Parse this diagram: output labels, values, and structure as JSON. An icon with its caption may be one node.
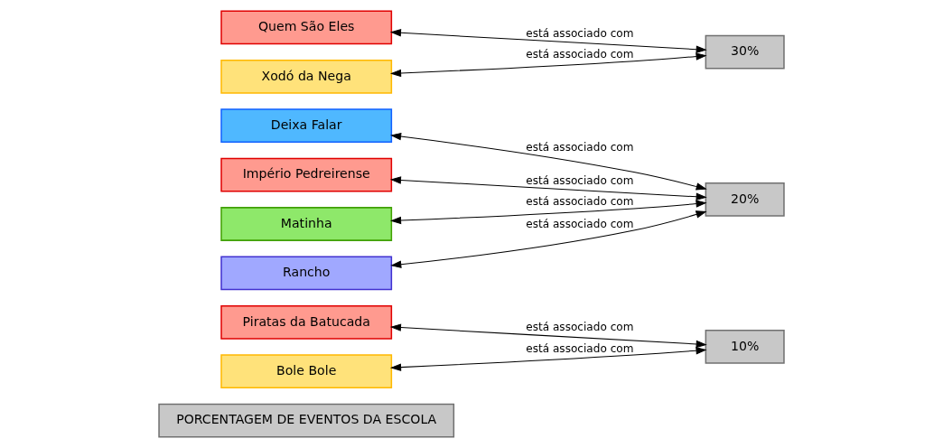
{
  "diagram": {
    "nodes": [
      {
        "text": [
          "PORCENTAGEM DE EVENTOS DA ESCOLA"
        ]
      },
      {
        "text": [
          "Piratas da Batucada"
        ]
      },
      {
        "text": [
          "Bole Bole"
        ]
      },
      {
        "text": [
          "Deixa Falar"
        ]
      },
      {
        "text": [
          "Império Pedreirense"
        ]
      },
      {
        "text": [
          "Matinha"
        ]
      },
      {
        "text": [
          "Rancho"
        ]
      },
      {
        "text": [
          "Quem São Eles"
        ]
      },
      {
        "text": [
          "Xodó da Nega"
        ]
      },
      {
        "text": [
          "10%"
        ]
      },
      {
        "text": [
          "20%"
        ]
      },
      {
        "text": [
          "30%"
        ]
      }
    ],
    "edges": [
      {
        "from": 1,
        "to": 9,
        "arrow": "both",
        "label": "está associado com"
      },
      {
        "from": 2,
        "to": 9,
        "arrow": "both",
        "label": "está associado com"
      },
      {
        "from": 3,
        "to": 10,
        "arrow": "both",
        "label": "está associado com"
      },
      {
        "from": 4,
        "to": 10,
        "arrow": "both",
        "label": "está associado com"
      },
      {
        "from": 5,
        "to": 10,
        "arrow": "both",
        "label": "está associado com"
      },
      {
        "from": 6,
        "to": 10,
        "arrow": "both",
        "label": "está associado com"
      },
      {
        "from": 7,
        "to": 11,
        "arrow": "both",
        "label": "está associado com"
      },
      {
        "from": 8,
        "to": 11,
        "arrow": "both",
        "label": "está associado com"
      }
    ]
  }
}
